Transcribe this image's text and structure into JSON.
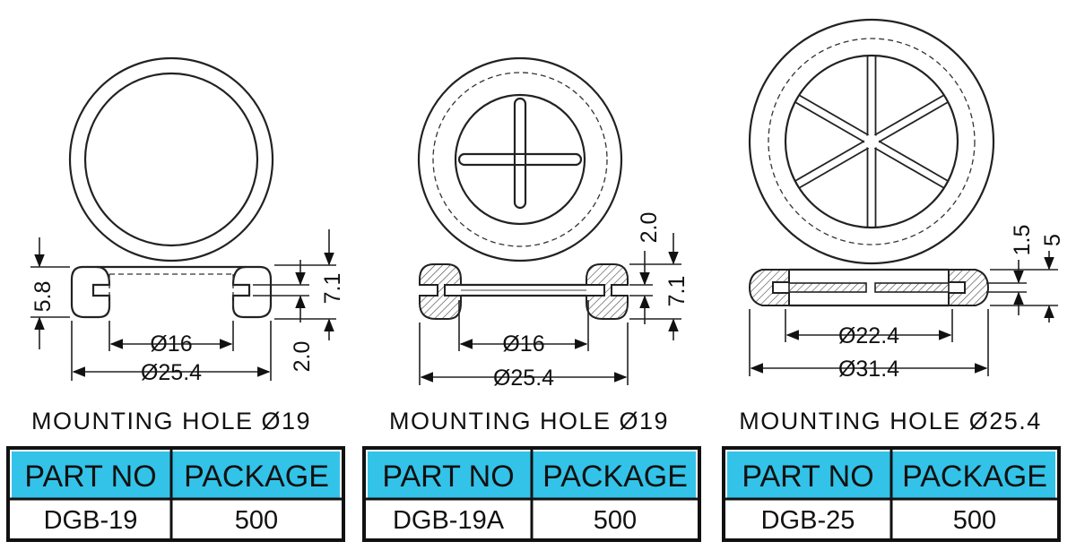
{
  "grommets": [
    {
      "dims": {
        "height_left": "5.8",
        "height_right": "7.1",
        "groove": "2.0",
        "inner_dia": "Ø16",
        "outer_dia": "Ø25.4"
      },
      "caption": "MOUNTING HOLE Ø19",
      "table": {
        "header_part": "PART NO",
        "header_package": "PACKAGE",
        "part_no": "DGB-19",
        "package": "500"
      }
    },
    {
      "dims": {
        "groove": "2.0",
        "height_right": "7.1",
        "inner_dia": "Ø16",
        "outer_dia": "Ø25.4"
      },
      "caption": "MOUNTING HOLE Ø19",
      "table": {
        "header_part": "PART NO",
        "header_package": "PACKAGE",
        "part_no": "DGB-19A",
        "package": "500"
      }
    },
    {
      "dims": {
        "thickness": "1.5",
        "height": "5",
        "inner_dia": "Ø22.4",
        "outer_dia": "Ø31.4"
      },
      "caption": "MOUNTING HOLE Ø25.4",
      "table": {
        "header_part": "PART NO",
        "header_package": "PACKAGE",
        "part_no": "DGB-25",
        "package": "500"
      }
    }
  ],
  "colors": {
    "header_fill": "#33c3e8",
    "table_border": "#111111",
    "line": "#222222"
  }
}
